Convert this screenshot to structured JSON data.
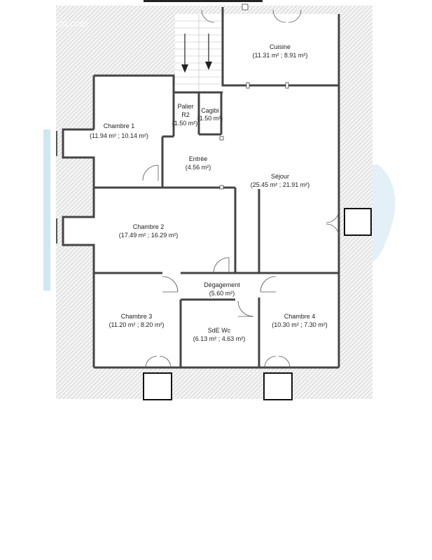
{
  "watermark": {
    "text": "© EtreProprio.com"
  },
  "rooms": {
    "cuisine": {
      "name": "Cuisine",
      "area": "(11.31 m² ; 8.91 m²)"
    },
    "chambre1": {
      "name": "Chambre  1",
      "area": "(11.94  m² ; 10.14 m²)"
    },
    "palier": {
      "name_line1": "Palier",
      "name_line2": "R2",
      "area": "(1.50 m²)"
    },
    "cagibi": {
      "name": "Cagibi",
      "area": "(1.50 m²)"
    },
    "entree": {
      "name": "Entrée",
      "area": "(4.56 m²)"
    },
    "sejour": {
      "name": "Séjour",
      "area": "(25.45  m² ; 21.91 m²)"
    },
    "chambre2": {
      "name": "Chambre  2",
      "area": "(17.49  m² ; 16.29 m²)"
    },
    "degagement": {
      "name": "Dégagement",
      "area": "(5.60 m²)"
    },
    "chambre3": {
      "name": "Chambre  3",
      "area": "(11.20  m² ; 8.20 m²)"
    },
    "sde": {
      "name": "SdE Wc",
      "area": "(6.13 m² ; 4.63 m²)"
    },
    "chambre4": {
      "name": "Chambre  4",
      "area": "(10.30  m² ; 7.30 m²)"
    }
  },
  "colors": {
    "wall": "#444444",
    "hatch": "#c8c8c8",
    "accent_blue": "#cfe6f3",
    "background": "#ffffff"
  }
}
